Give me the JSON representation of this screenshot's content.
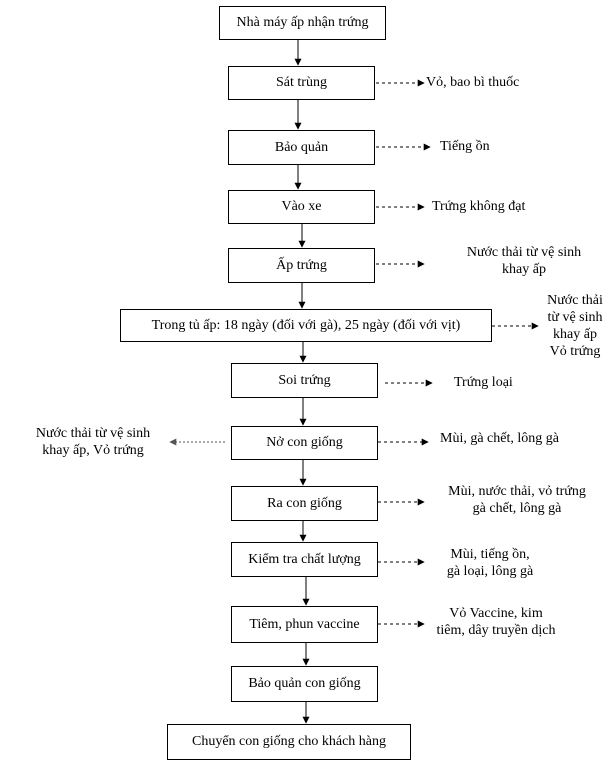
{
  "steps": [
    "Nhà máy ấp nhận trứng",
    "Sát trùng",
    "Bảo quản",
    "Vào xe",
    "Ấp trứng",
    "Trong tủ ấp: 18 ngày (đối với gà), 25 ngày (đối với vịt)",
    "Soi trứng",
    "Nở con giống",
    "Ra con giống",
    "Kiểm tra chất lượng",
    "Tiêm, phun vaccine",
    "Bảo quản con giống",
    "Chuyển con giống cho khách hàng"
  ],
  "outputs": {
    "sat_trung": "Vỏ, bao bì thuốc",
    "bao_quan": "Tiếng ồn",
    "vao_xe": "Trứng không đạt",
    "ap_trung_1": "Nước thải từ vệ sinh",
    "ap_trung_2": "khay ấp",
    "tu_ap_1": "Nước thải",
    "tu_ap_2": "từ vệ sinh",
    "tu_ap_3": "khay ấp",
    "tu_ap_4": "Vỏ trứng",
    "soi_trung": "Trứng loại",
    "no_left_1": "Nước thải từ vệ sinh",
    "no_left_2": "khay ấp,  Vỏ trứng",
    "no_right": "Mùi, gà chết, lông gà",
    "ra_1": "Mùi, nước thải, vỏ trứng",
    "ra_2": "gà chết, lông gà",
    "kiem_tra_1": "Mùi, tiếng ồn,",
    "kiem_tra_2": "gà loại, lông gà",
    "tiem_1": "Vỏ Vaccine, kim",
    "tiem_2": "tiêm, dây truyền dịch"
  }
}
